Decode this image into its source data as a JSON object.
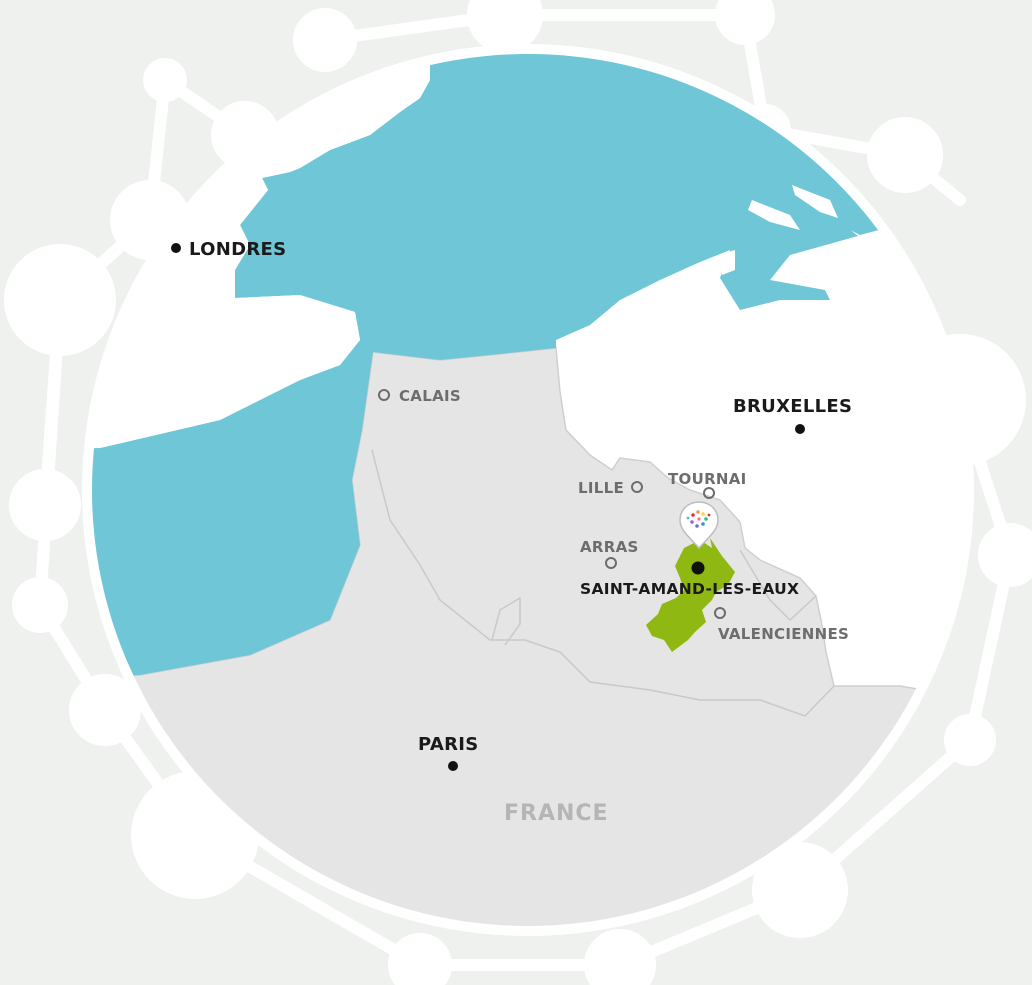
{
  "map": {
    "colors": {
      "background": "#eef1ee",
      "sea": "#6fc6d7",
      "land_france": "#e5e5e5",
      "land_foreign": "#ffffff",
      "highlight_territory": "#8fb813",
      "borders": "#c8c8c8",
      "network_decoration": "#ffffff"
    },
    "capitals": [
      {
        "id": "londres",
        "label": "LONDRES"
      },
      {
        "id": "bruxelles",
        "label": "BRUXELLES"
      },
      {
        "id": "paris",
        "label": "PARIS"
      }
    ],
    "towns": [
      {
        "id": "calais",
        "label": "CALAIS"
      },
      {
        "id": "lille",
        "label": "LILLE"
      },
      {
        "id": "tournai",
        "label": "TOURNAI"
      },
      {
        "id": "arras",
        "label": "ARRAS"
      },
      {
        "id": "valenciennes",
        "label": "VALENCIENNES"
      }
    ],
    "highlight": {
      "label": "SAINT-AMAND-LES-EAUX",
      "marker_icon": "colorful-dots-logo-pin-icon"
    },
    "country_label": "FRANCE"
  }
}
